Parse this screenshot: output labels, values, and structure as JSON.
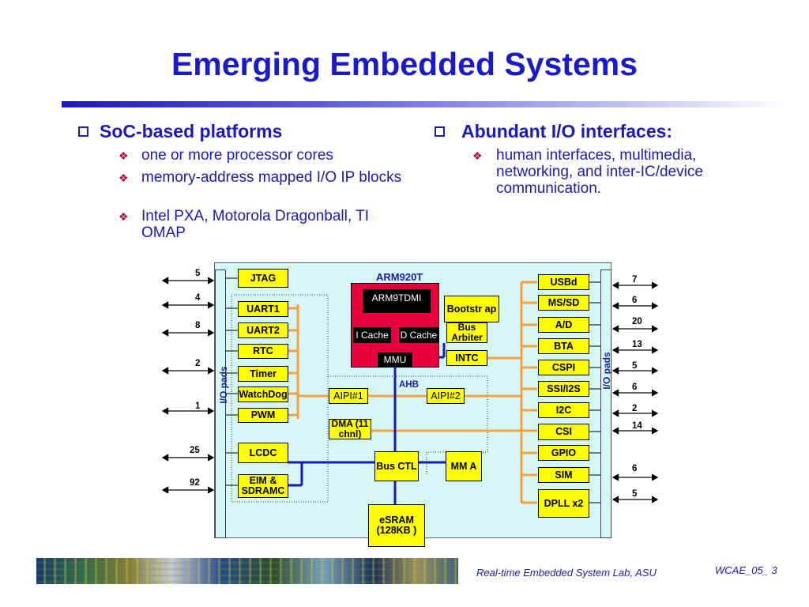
{
  "title": "Emerging Embedded Systems",
  "left_column": {
    "heading": "SoC-based platforms",
    "items": [
      "one or more processor cores",
      "memory-address mapped I/O IP blocks",
      "Intel PXA, Motorola Dragonball, TI OMAP"
    ]
  },
  "right_column": {
    "heading": "Abundant I/O interfaces:",
    "items": [
      "human interfaces, multimedia, networking, and inter-IC/device communication."
    ]
  },
  "diagram": {
    "io_pads_label": "I/O pads",
    "cpu_label": "ARM920T",
    "arm9tdmi": "ARM9TDMI",
    "icache": "I Cache",
    "dcache": "D Cache",
    "mmu": "MMU",
    "ahb_label": "AHB",
    "left_blocks": [
      "JTAG",
      "UART1",
      "UART2",
      "RTC",
      "Timer",
      "WatchDog",
      "PWM",
      "LCDC",
      "EIM & SDRAMC"
    ],
    "center_blocks": {
      "bootstrap": "Bootstr ap",
      "bus_arbiter": "Bus Arbiter",
      "intc": "INTC",
      "aipi1": "AIPI#1",
      "aipi2": "AIPI#2",
      "dma": "DMA (11 chnl)",
      "bus_ctl": "Bus CTL",
      "mma": "MM A",
      "esram": "eSRAM (128KB )"
    },
    "right_blocks": [
      "USBd",
      "MS/SD",
      "A/D",
      "BTA",
      "CSPI",
      "SSI/I2S",
      "I2C",
      "CSI",
      "GPIO",
      "SIM",
      "DPLL x2"
    ],
    "left_pin_counts": [
      "5",
      "4",
      "8",
      "2",
      "1",
      "25",
      "92"
    ],
    "right_pin_counts": [
      "7",
      "6",
      "20",
      "13",
      "5",
      "6",
      "2",
      "14",
      "6",
      "5"
    ],
    "colors": {
      "block": "#ffff00",
      "board": "#d7f7f7",
      "bus_blue": "#1a1ab4",
      "bus_orange": "#f4a040",
      "cpu_fill": "#e8003c"
    }
  },
  "footer": {
    "lab": "Real-time Embedded System Lab, ASU",
    "slide": "WCAE_05_ 3"
  }
}
